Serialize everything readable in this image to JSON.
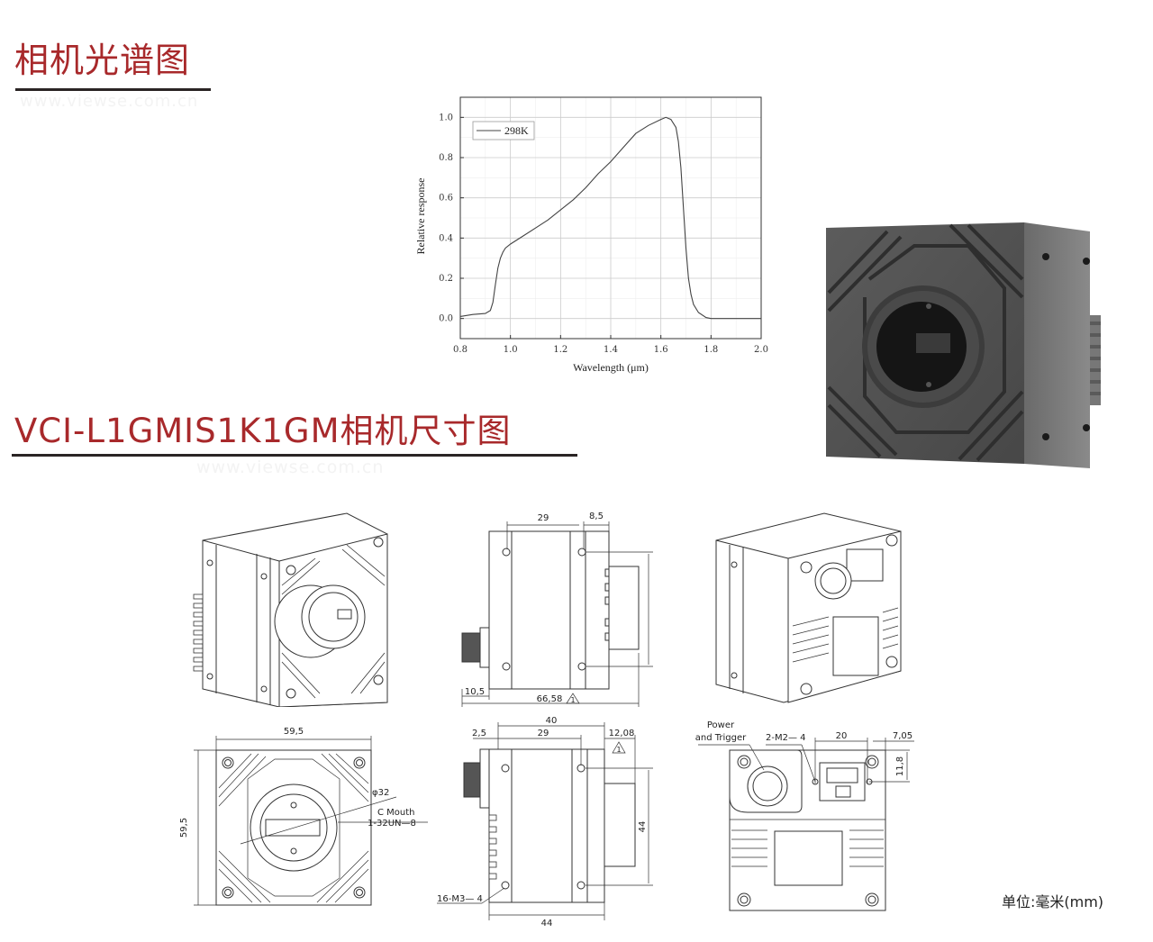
{
  "sections": {
    "spectrum": {
      "title": "相机光谱图",
      "watermark": "www.viewse.com.cn"
    },
    "dimensions": {
      "title": "VCI-L1GMIS1K1GM相机尺寸图",
      "watermark": "www.viewse.com.cn"
    }
  },
  "colors": {
    "title_red": "#a8292b",
    "rule": "#2a2424",
    "camera_body": "#5a5a5a",
    "line": "#333333"
  },
  "chart_data": {
    "type": "line",
    "title": "",
    "xlabel": "Wavelength (μm)",
    "ylabel": "Relative response",
    "xlim": [
      0.8,
      2.0
    ],
    "ylim": [
      -0.1,
      1.1
    ],
    "xticks": [
      "0.8",
      "1.0",
      "1.2",
      "1.4",
      "1.6",
      "1.8",
      "2.0"
    ],
    "yticks": [
      "0.0",
      "0.2",
      "0.4",
      "0.6",
      "0.8",
      "1.0"
    ],
    "grid": true,
    "legend_position": "upper-left",
    "series": [
      {
        "name": "298K",
        "x": [
          0.8,
          0.85,
          0.9,
          0.92,
          0.93,
          0.94,
          0.95,
          0.96,
          0.97,
          0.98,
          1.0,
          1.05,
          1.1,
          1.15,
          1.2,
          1.25,
          1.3,
          1.35,
          1.4,
          1.45,
          1.5,
          1.55,
          1.6,
          1.62,
          1.64,
          1.66,
          1.67,
          1.68,
          1.69,
          1.7,
          1.71,
          1.72,
          1.73,
          1.75,
          1.78,
          1.8,
          1.85,
          1.9,
          2.0
        ],
        "values": [
          0.01,
          0.02,
          0.025,
          0.04,
          0.08,
          0.17,
          0.25,
          0.3,
          0.33,
          0.35,
          0.37,
          0.41,
          0.45,
          0.49,
          0.54,
          0.59,
          0.65,
          0.72,
          0.78,
          0.85,
          0.92,
          0.96,
          0.99,
          1.0,
          0.99,
          0.95,
          0.88,
          0.75,
          0.55,
          0.35,
          0.2,
          0.12,
          0.07,
          0.03,
          0.005,
          0.0,
          0.0,
          0.0,
          0.0
        ]
      }
    ]
  },
  "drawings": {
    "side_top": {
      "dims": [
        "29",
        "8,5",
        "10,5",
        "66,58"
      ],
      "callout": "1"
    },
    "front": {
      "dims": [
        "59,5",
        "59,5"
      ],
      "diameter": "φ32",
      "mount_label": "C Mouth",
      "mount_thread": "1-32UN—8"
    },
    "side_bottom": {
      "dims": [
        "40",
        "2,5",
        "29",
        "12,08",
        "44",
        "44"
      ],
      "hole_label": "16-M3— 4",
      "callout": "1"
    },
    "back": {
      "connector_label_1": "Power",
      "connector_label_2": "and Trigger",
      "screw_label": "2-M2— 4",
      "dims": [
        "20",
        "7,05",
        "11,8"
      ]
    }
  },
  "unit_note": "单位:毫米(mm)"
}
